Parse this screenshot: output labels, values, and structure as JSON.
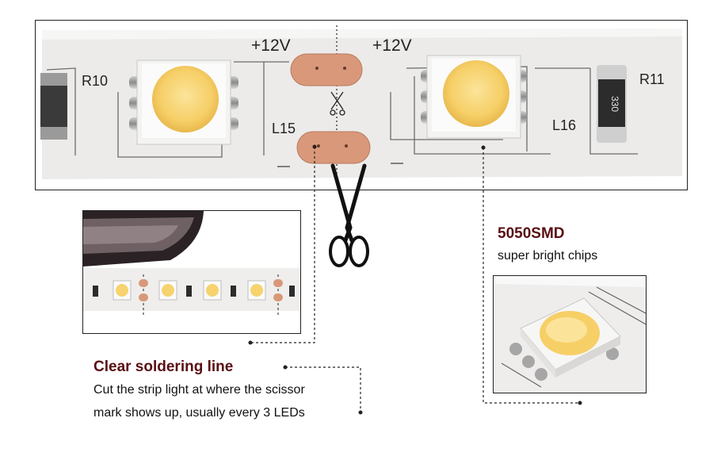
{
  "strip": {
    "v_left": "+12V",
    "v_right": "+12V",
    "res_left": "R10",
    "res_right": "R11",
    "ind_left": "L15",
    "ind_right": "L16",
    "chip_code": "330",
    "minus_left": "—",
    "minus_right": "—"
  },
  "callout_chip": {
    "title": "5050SMD",
    "subtitle": "super bright chips"
  },
  "callout_solder": {
    "title": "Clear soldering line",
    "line1": "Cut the strip light at where the scissor",
    "line2": "mark shows up, usually every 3 LEDs"
  },
  "colors": {
    "heading": "#5a0f13",
    "led": "#f7d675",
    "pad": "#d9987a",
    "strip": "#ecebe9"
  },
  "icons": [
    "scissors-icon"
  ]
}
